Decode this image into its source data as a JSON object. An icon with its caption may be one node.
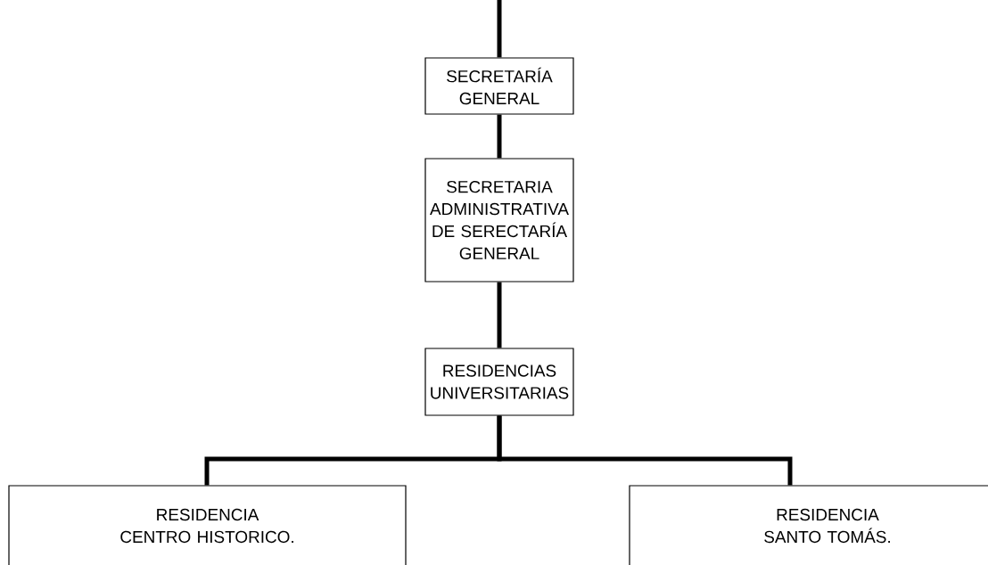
{
  "diagram": {
    "nodes": [
      {
        "text": [
          "SECRETARÍA GENERAL"
        ]
      },
      {
        "text": [
          "SECRETARIA ADMINISTRATIVA DE SERECTARÍA GENERAL"
        ]
      },
      {
        "text": [
          "RESIDENCIAS UNIVERSITARIAS"
        ]
      },
      {
        "text": [
          "RESIDENCIA CENTRO HISTORICO."
        ]
      },
      {
        "text": [
          "RESIDENCIA SANTO TOMÁS."
        ]
      }
    ],
    "edges": [
      {
        "from": null,
        "to": 0,
        "arrow": "none"
      },
      {
        "from": 0,
        "to": 1,
        "arrow": "none"
      },
      {
        "from": 1,
        "to": 2,
        "arrow": "none"
      },
      {
        "from": 2,
        "to": 3,
        "arrow": "none"
      },
      {
        "from": 2,
        "to": 4,
        "arrow": "none"
      }
    ]
  }
}
